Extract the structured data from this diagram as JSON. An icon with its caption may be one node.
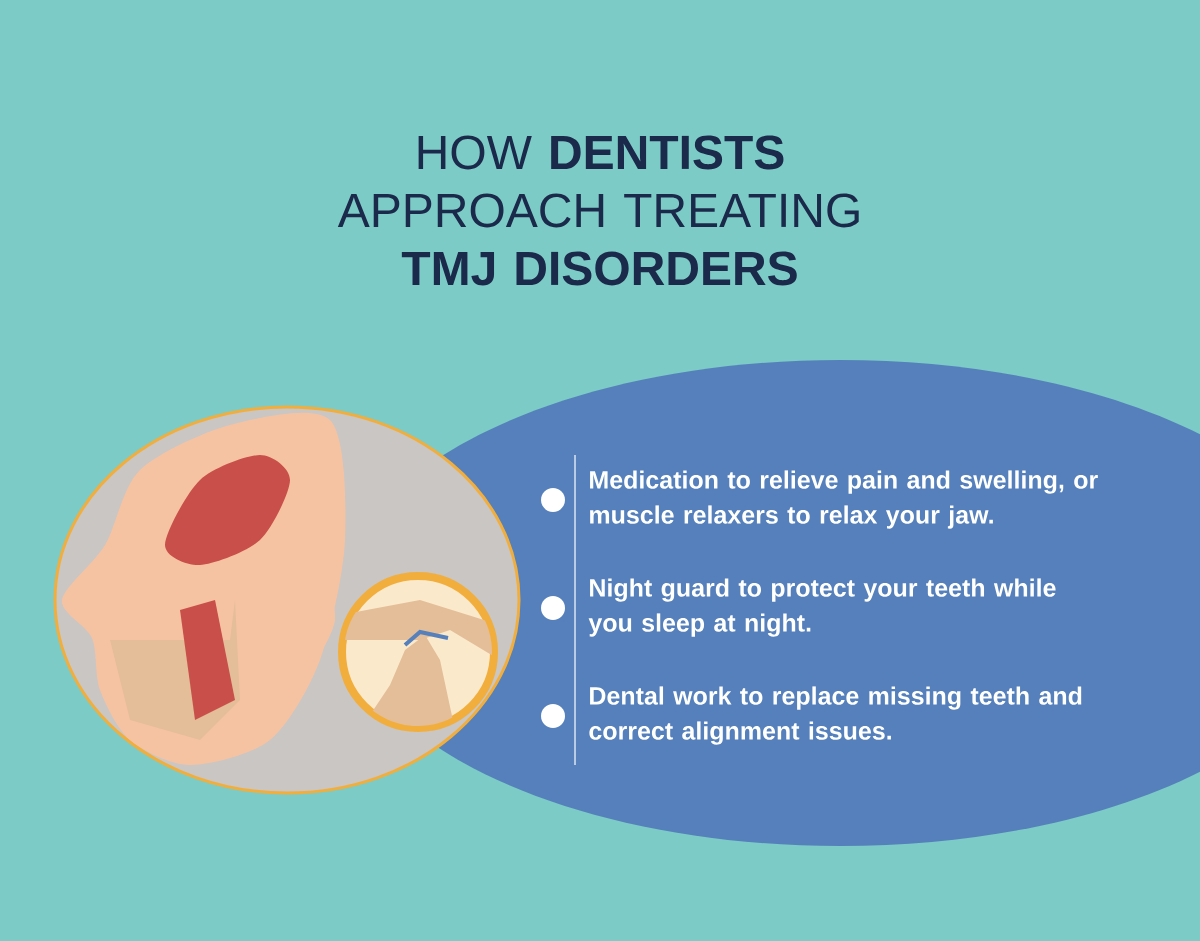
{
  "diagram": {
    "title": "HOW **DENTISTS** APPROACH TREATING **TMJ DISORDERS**",
    "labels": [
      "Medication to relieve pain and swelling, or muscle relaxers to relax your jaw.",
      "Night guard to protect your teeth while you sleep at night.",
      "Dental work to replace missing teeth and correct alignment issues."
    ]
  }
}
